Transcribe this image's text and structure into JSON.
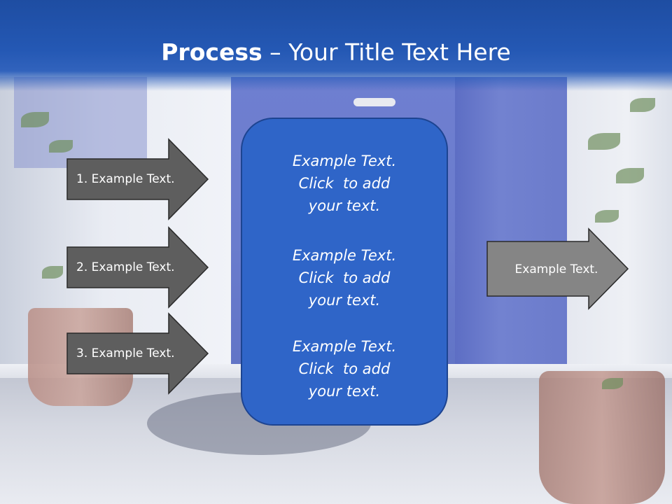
{
  "title": {
    "bold": "Process",
    "rest": " – Your Title Text Here"
  },
  "arrows": [
    {
      "label": "1. Example Text."
    },
    {
      "label": "2. Example Text."
    },
    {
      "label": "3. Example Text."
    }
  ],
  "output_arrow": {
    "label": "Example Text."
  },
  "center_box": {
    "blocks": [
      {
        "line1": "Example Text.",
        "line2": "Click  to add",
        "line3": "your text."
      },
      {
        "line1": "Example Text.",
        "line2": "Click  to add",
        "line3": "your text."
      },
      {
        "line1": "Example Text.",
        "line2": "Click  to add",
        "line3": "your text."
      }
    ]
  },
  "colors": {
    "header": "#2458b4",
    "center_box": "#2f65c8",
    "input_arrow": "#5e5e5e",
    "output_arrow": "#858585"
  }
}
